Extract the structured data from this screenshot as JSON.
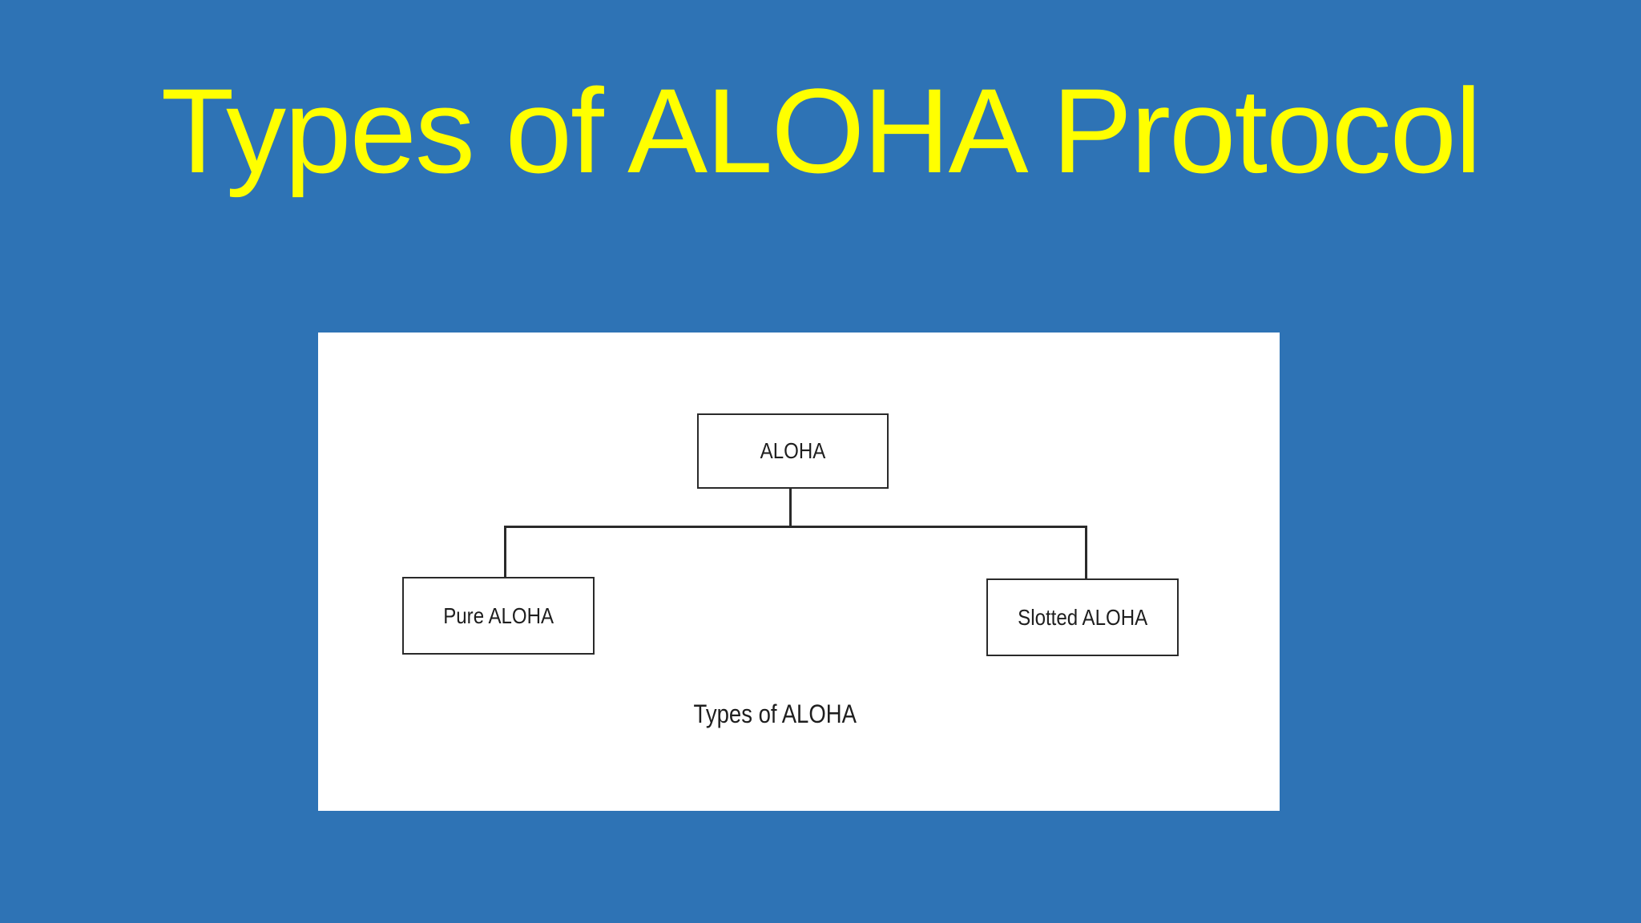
{
  "slide": {
    "title": "Types of ALOHA Protocol",
    "background_color": "#2e73b5",
    "title_color": "#ffff00"
  },
  "diagram": {
    "root": {
      "label": "ALOHA"
    },
    "children": [
      {
        "label": "Pure ALOHA"
      },
      {
        "label": "Slotted ALOHA"
      }
    ],
    "caption": "Types of ALOHA"
  }
}
